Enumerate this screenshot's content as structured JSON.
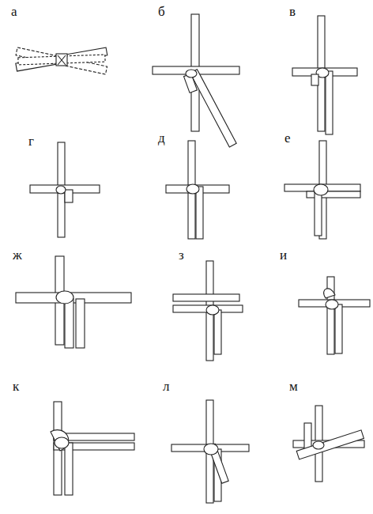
{
  "diagram": {
    "labels": [
      "а",
      "б",
      "в",
      "г",
      "д",
      "е",
      "ж",
      "з",
      "и",
      "к",
      "л",
      "м"
    ]
  }
}
